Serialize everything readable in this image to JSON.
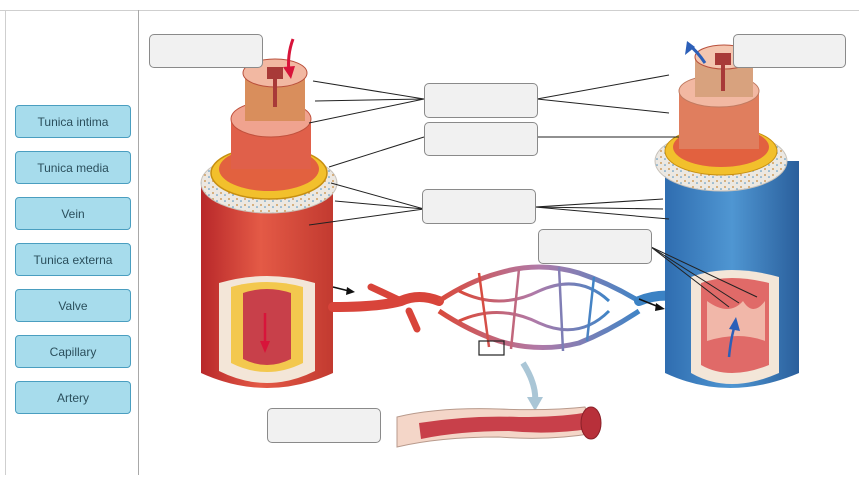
{
  "label_bank": [
    {
      "label": "Tunica intima"
    },
    {
      "label": "Tunica media"
    },
    {
      "label": "Vein"
    },
    {
      "label": "Tunica externa"
    },
    {
      "label": "Valve"
    },
    {
      "label": "Capillary"
    },
    {
      "label": "Artery"
    }
  ],
  "drop_zones": [
    "",
    "",
    "",
    "",
    "",
    "",
    "",
    ""
  ],
  "colors": {
    "label_fill": "#a7dcec",
    "label_border": "#4a9ec0",
    "artery_red": "#d8443a",
    "vein_blue": "#3b82c4",
    "media_yellow": "#f2c02c",
    "arrow_red": "#d8143a",
    "arrow_blue": "#2c5fb8"
  }
}
